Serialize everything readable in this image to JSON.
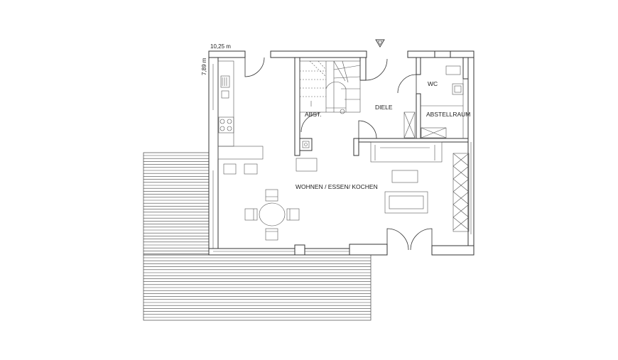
{
  "dimensions": {
    "width": "10,25 m",
    "height": "7,89 m"
  },
  "rooms": {
    "wc": "WC",
    "abst": "ABST.",
    "diele": "DIELE",
    "abstellraum": "ABSTELLRAUM",
    "wohnen": "WOHNEN / ESSEN/ KOCHEN"
  },
  "colors": {
    "line": "#333333",
    "background": "#ffffff"
  },
  "icons": {
    "entrance": "entrance-triangle-icon"
  }
}
